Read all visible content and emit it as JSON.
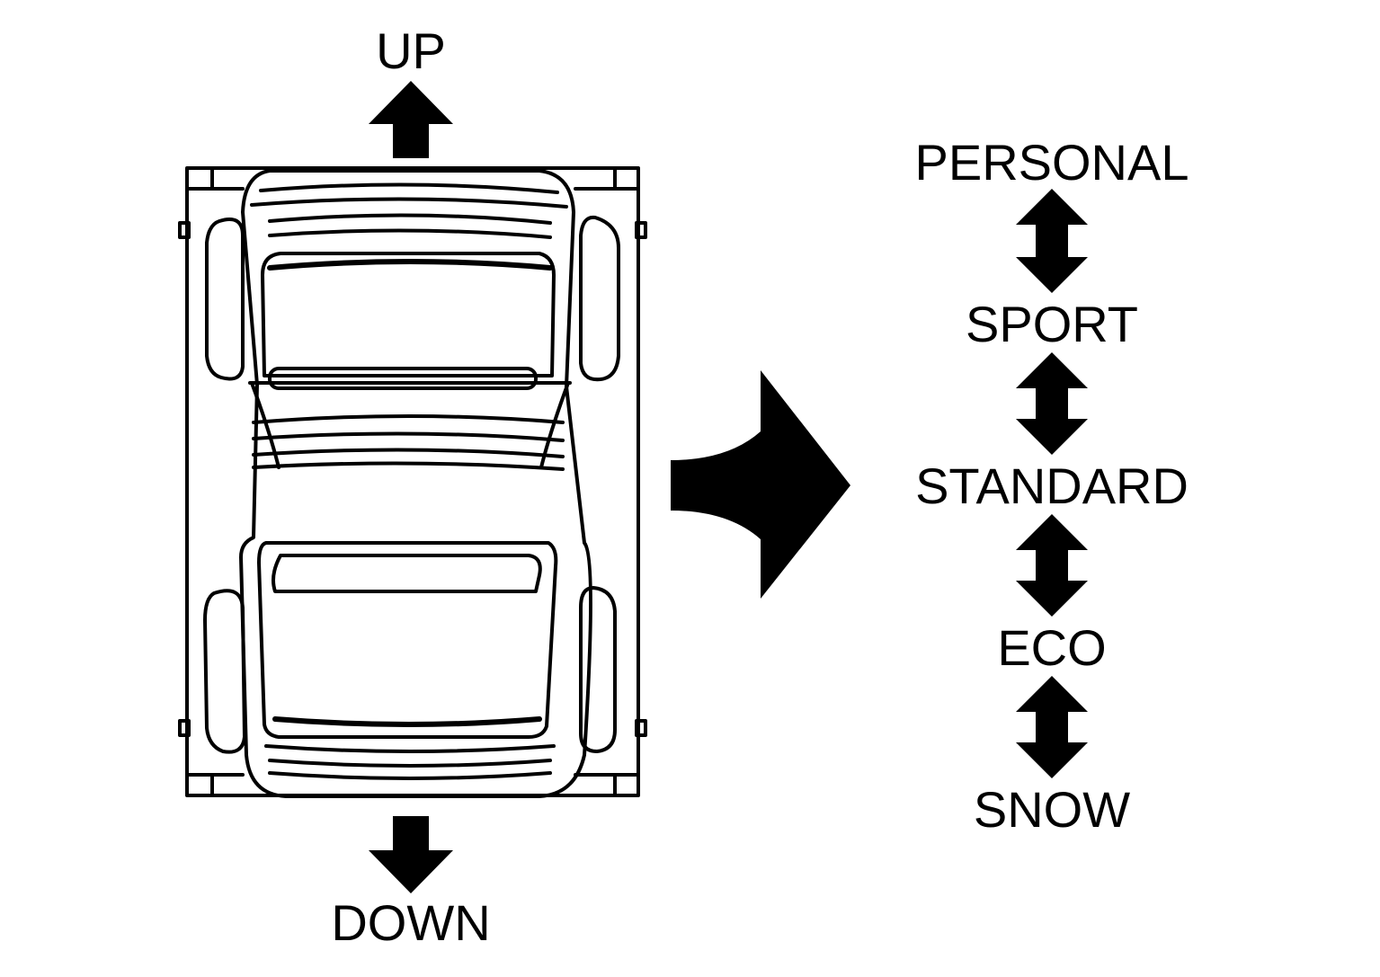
{
  "controller": {
    "up_label": "UP",
    "down_label": "DOWN"
  },
  "modes": [
    {
      "label": "PERSONAL"
    },
    {
      "label": "SPORT"
    },
    {
      "label": "STANDARD"
    },
    {
      "label": "ECO"
    },
    {
      "label": "SNOW"
    }
  ],
  "icons": {
    "controller": "drive-mode-switch-icon",
    "up": "arrow-up-icon",
    "down": "arrow-down-icon",
    "result": "arrow-right-icon",
    "between_modes": "double-arrow-icon"
  },
  "colors": {
    "ink": "#000000",
    "background": "#ffffff"
  }
}
